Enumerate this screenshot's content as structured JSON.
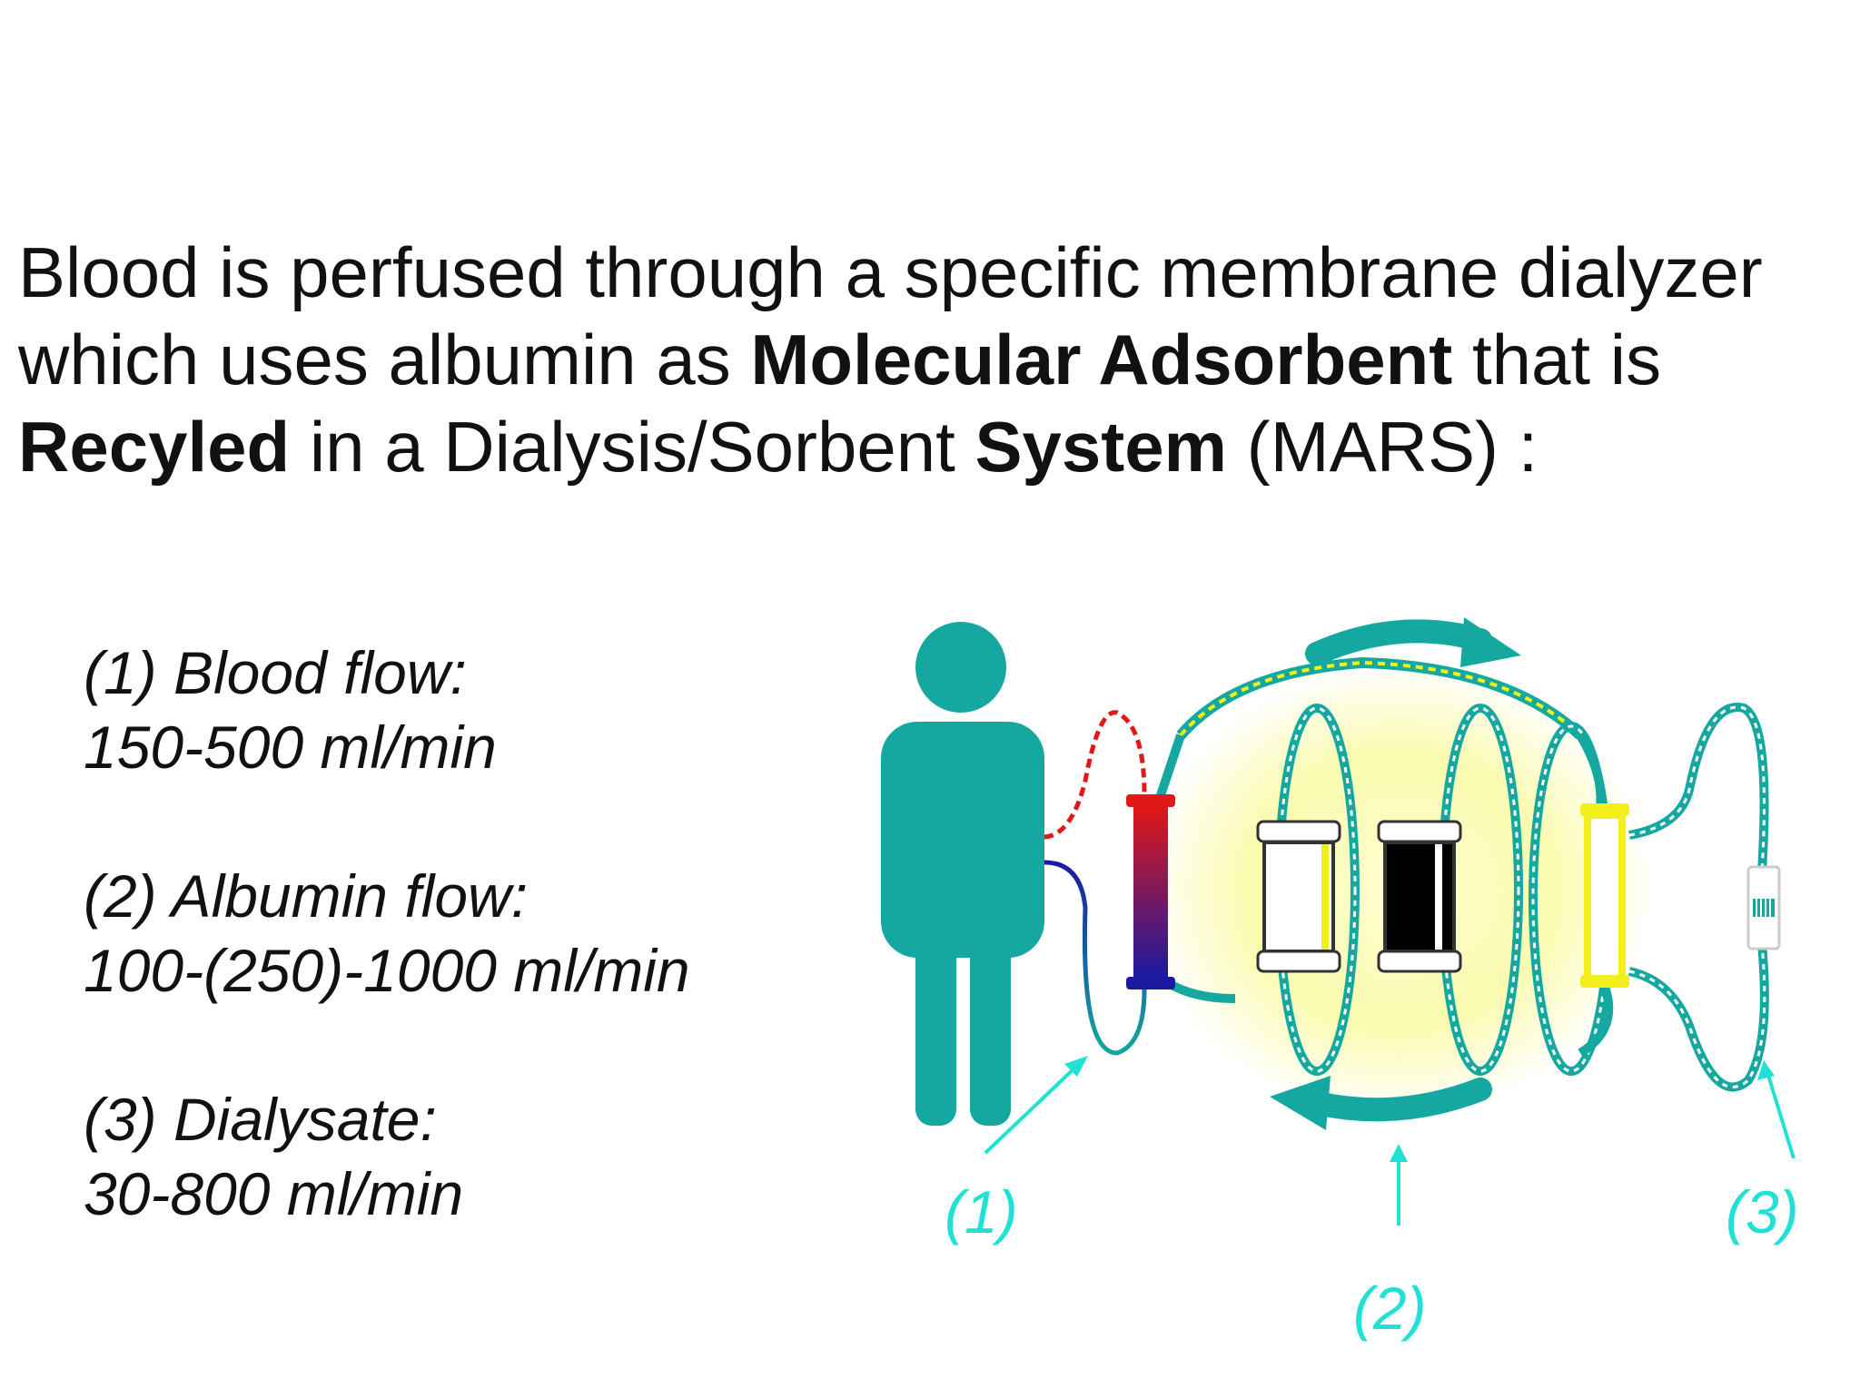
{
  "intro": {
    "p1": "Blood is perfused through a specific membrane dialyzer which uses albumin as ",
    "b1": "Molecular Adsorbent",
    "p2": " that is ",
    "b2": "Recyled",
    "p3": " in a Dialysis/Sorbent ",
    "b3": "System",
    "p4": " (MARS) :"
  },
  "flows": [
    {
      "title": "(1) Blood flow:",
      "value": "150-500 ml/min"
    },
    {
      "title": "(2) Albumin flow:",
      "value": "100-(250)-1000 ml/min"
    },
    {
      "title": "(3) Dialysate:",
      "value": "30-800 ml/min"
    }
  ],
  "markers": [
    "(1)",
    "(2)",
    "(3)"
  ],
  "colors": {
    "circuit": "#15a8a0",
    "accent": "#21e0d4",
    "glow": "#fbfbb0",
    "arterial": "#e01818",
    "venous": "#1a1aa0",
    "dialyzer_yellow": "#f2ef1a"
  },
  "icons": [
    "person-icon",
    "mars-circuit-diagram"
  ]
}
